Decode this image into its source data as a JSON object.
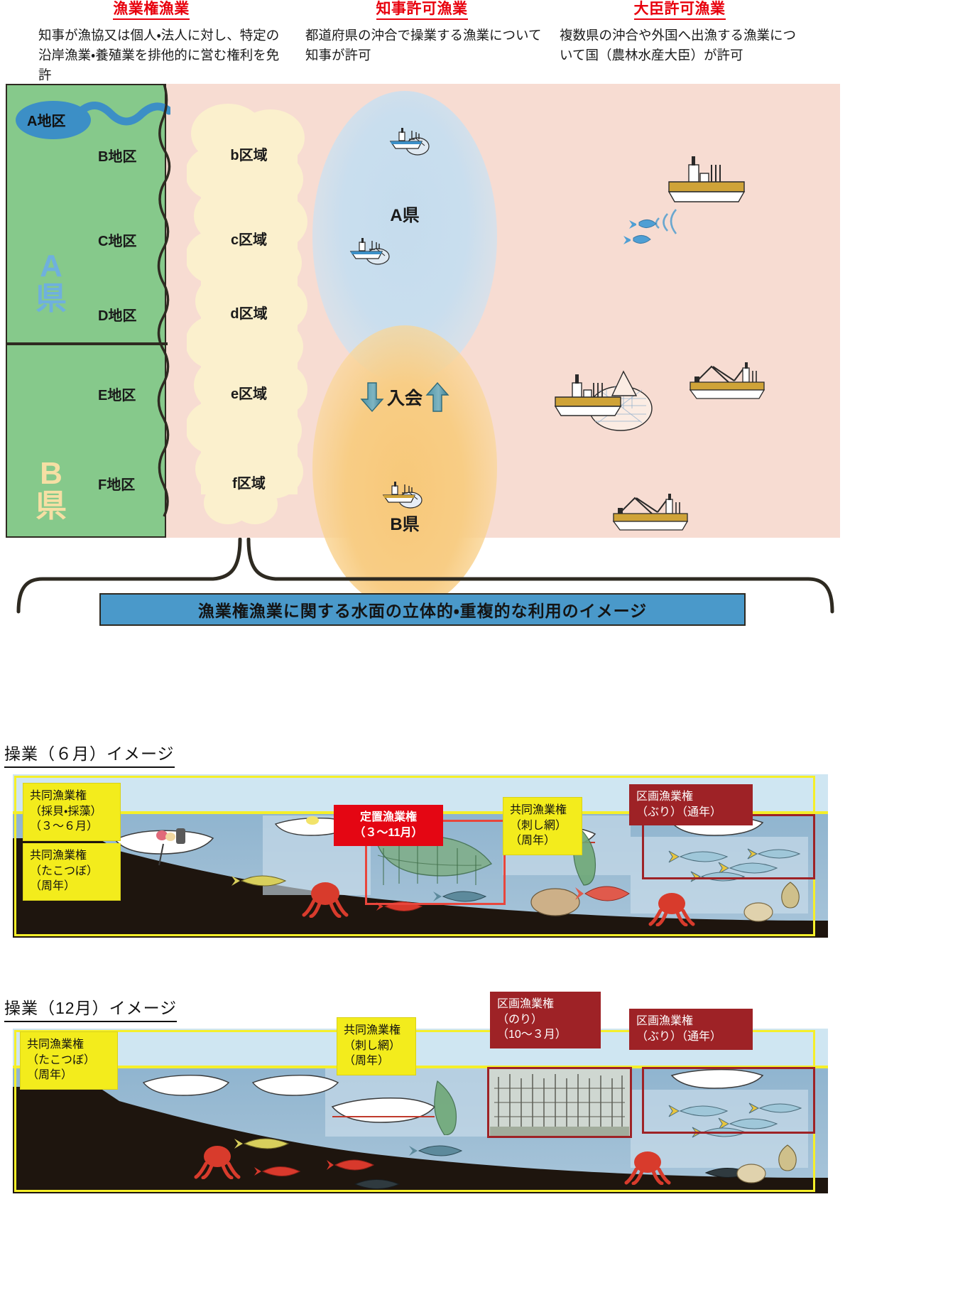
{
  "header": {
    "columns": [
      {
        "title": "漁業権漁業",
        "body": "知事が漁協又は個人・法人に対し、特定の沿岸漁業・養殖業を排他的に営む権利を免許"
      },
      {
        "title": "知事許可漁業",
        "body": "都道府県の沖合で操業する漁業について知事が許可"
      },
      {
        "title": "大臣許可漁業",
        "body": "複数県の沖合や外国へ出漁する漁業について国（農林水産大臣）が許可"
      }
    ],
    "title_color": "#e8000d"
  },
  "map": {
    "prefectures": [
      {
        "label": "A",
        "label2": "県",
        "color": "#6fb0dd"
      },
      {
        "label": "B",
        "label2": "県",
        "color": "#f6dfa4"
      }
    ],
    "river_blob_label": "A地区",
    "districts": [
      "B地区",
      "C地区",
      "D地区",
      "E地区",
      "F地区"
    ],
    "zones": [
      "b区域",
      "c区域",
      "d区域",
      "e区域",
      "f区域"
    ],
    "sea_a_label": "A県",
    "sea_b_label": "B県",
    "iriai_label": "入会",
    "colors": {
      "land": "#86c98b",
      "offshore": "#f7dcd2",
      "zone_cloud": "#fbf0cd",
      "sea_a": "#c9deee",
      "sea_b": "#f8cd85",
      "river": "#3c8fc6"
    }
  },
  "banner": {
    "text": "漁業権漁業に関する水面の立体的・重複的な利用のイメージ",
    "bg": "#4a99ca"
  },
  "scenes": [
    {
      "title": "操業（６月）イメージ",
      "labels": [
        {
          "kind": "yellow",
          "lines": [
            "共同漁業権",
            "（採貝・採藻）",
            "（３～６月）"
          ]
        },
        {
          "kind": "yellow",
          "lines": [
            "共同漁業権",
            "（たこつぼ）",
            "（周年）"
          ]
        },
        {
          "kind": "red",
          "lines": [
            "定置漁業権",
            "（３～11月）"
          ]
        },
        {
          "kind": "yellow",
          "lines": [
            "共同漁業権",
            "（刺し網）",
            "（周年）"
          ]
        },
        {
          "kind": "dark",
          "lines": [
            "区画漁業権",
            "（ぶり）（通年）"
          ]
        }
      ]
    },
    {
      "title": "操業（12月）イメージ",
      "labels": [
        {
          "kind": "yellow",
          "lines": [
            "共同漁業権",
            "（たこつぼ）",
            "（周年）"
          ]
        },
        {
          "kind": "yellow",
          "lines": [
            "共同漁業権",
            "（刺し網）",
            "（周年）"
          ]
        },
        {
          "kind": "dark",
          "lines": [
            "区画漁業権",
            "（のり）",
            "（10～３月）"
          ]
        },
        {
          "kind": "dark",
          "lines": [
            "区画漁業権",
            "（ぶり）（通年）"
          ]
        }
      ]
    }
  ]
}
